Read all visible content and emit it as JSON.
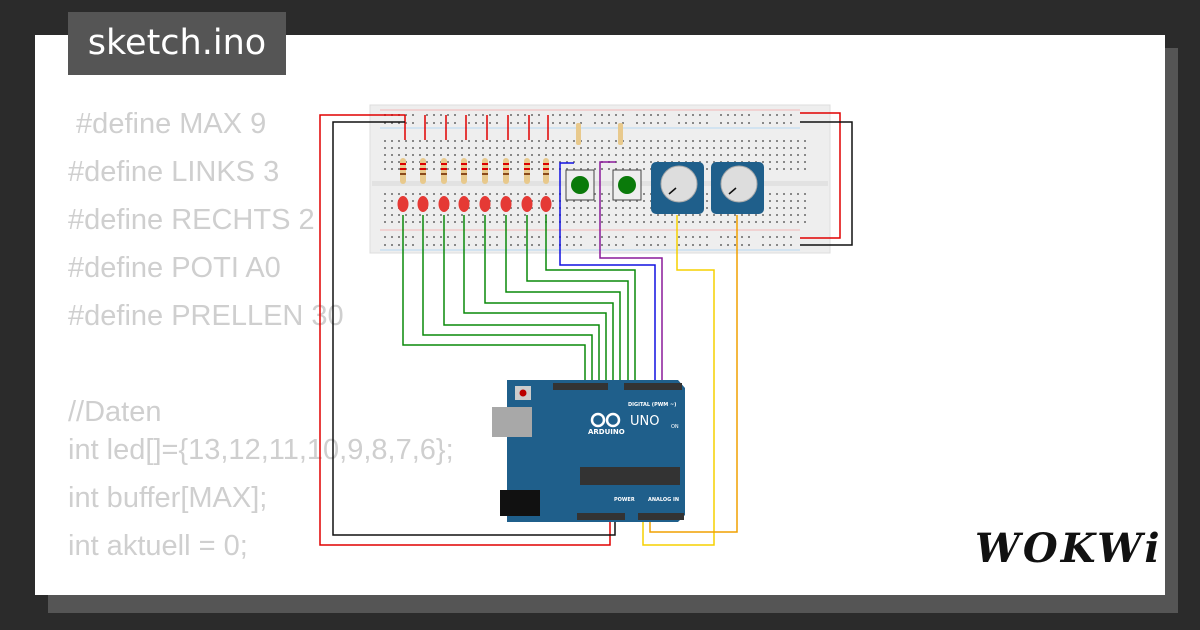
{
  "title": "sketch.ino",
  "code_lines": [
    " #define MAX 9",
    "#define LINKS 3",
    "#define RECHTS 2",
    "#define POTI A0",
    "#define PRELLEN 30",
    "",
    "//Daten",
    "int led[]={13,12,11,10,9,8,7,6};",
    "int buffer[MAX];",
    "int aktuell = 0;"
  ],
  "arduino": {
    "brand": "ARDUINO",
    "model": "UNO",
    "digital_label": "DIGITAL (PWM ~)",
    "power_label": "POWER",
    "analog_label": "ANALOG IN",
    "on_label": "ON"
  },
  "logo": "WOKWi",
  "colors": {
    "led": "#e53935",
    "wire_green": "#0a8a0a",
    "wire_blue": "#1010e0",
    "wire_purple": "#8a1a9a",
    "wire_yellow": "#f5d000",
    "wire_orange": "#f0a000",
    "wire_red": "#e00000",
    "board": "#1f5f8b"
  }
}
